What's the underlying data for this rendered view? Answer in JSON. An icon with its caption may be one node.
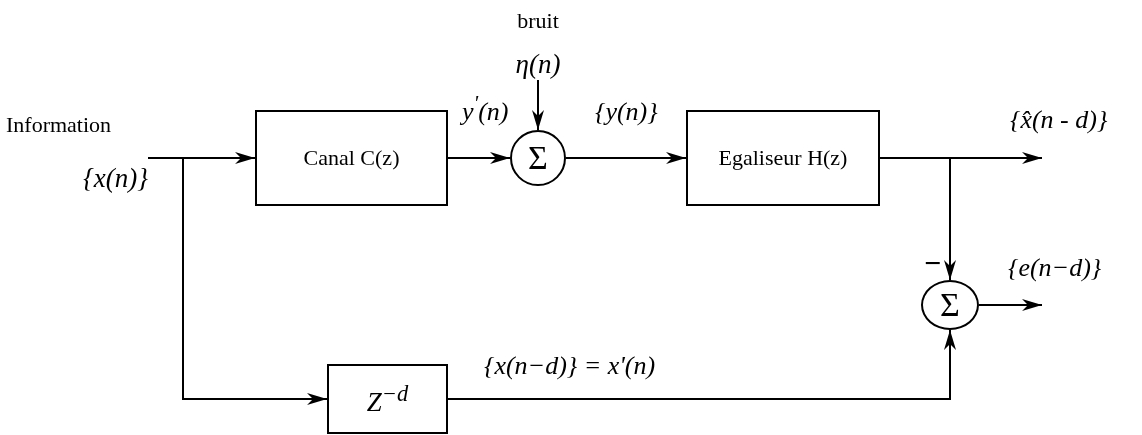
{
  "diagram": {
    "nodes": [
      {
        "text": [
          "Information",
          "{x(n)}"
        ]
      },
      {
        "text": [
          "Canal C(z)"
        ]
      },
      {
        "text": [
          "Σ"
        ]
      },
      {
        "text": [
          "bruit",
          "η(n)"
        ]
      },
      {
        "text": [
          "Egaliseur H(z)"
        ]
      },
      {
        "text": [
          "Σ"
        ]
      },
      {
        "text": [
          "Z$^{−d}$"
        ]
      }
    ],
    "edges": [
      {
        "from": 0,
        "to": 1,
        "arrow": "to"
      },
      {
        "from": 0,
        "to": 6,
        "arrow": "to"
      },
      {
        "from": 1,
        "to": 2,
        "arrow": "to",
        "label": "y$^{'}$(n)"
      },
      {
        "from": 3,
        "to": 2,
        "arrow": "to"
      },
      {
        "from": 2,
        "to": 4,
        "arrow": "to",
        "label": "{y(n)}"
      },
      {
        "from": 4,
        "to": null,
        "arrow": "to",
        "label": "{x̂(n - d)}"
      },
      {
        "from": 4,
        "to": 5,
        "arrow": "to"
      },
      {
        "from": 5,
        "to": null,
        "arrow": "to",
        "label": "{e(n−d)}"
      },
      {
        "from": 6,
        "to": 5,
        "arrow": "to",
        "label": "{x(n−d)} = x'(n)"
      }
    ],
    "labels": [
      "−"
    ]
  }
}
